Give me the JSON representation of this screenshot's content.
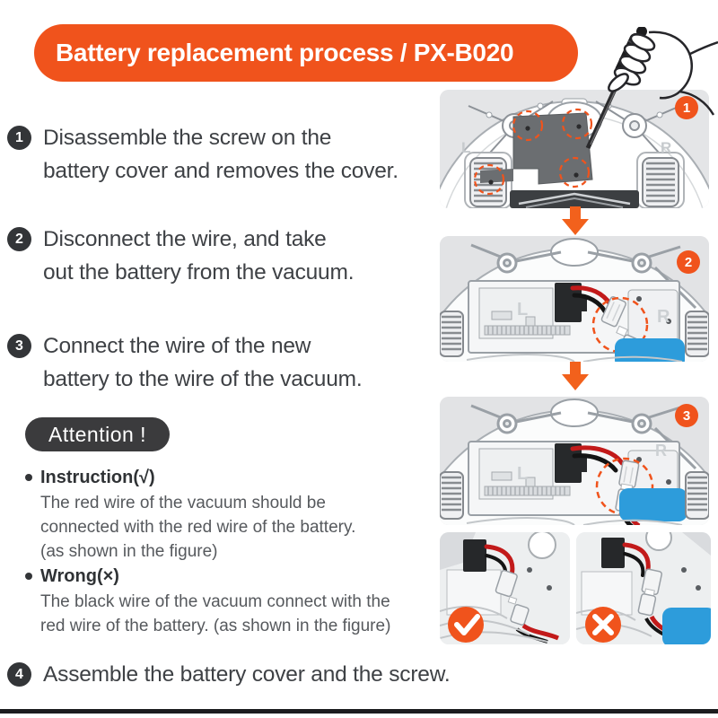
{
  "header": {
    "title": "Battery replacement process / PX-B020"
  },
  "steps": [
    {
      "num": "1",
      "line1": "Disassemble the screw on the",
      "line2": "battery cover and removes the cover."
    },
    {
      "num": "2",
      "line1": "Disconnect the wire, and take",
      "line2": "out the battery from the vacuum."
    },
    {
      "num": "3",
      "line1": "Connect the wire of the new",
      "line2": "battery to the wire of the vacuum."
    },
    {
      "num": "4",
      "line1": "Assemble the battery cover and the screw."
    }
  ],
  "attention": {
    "label": "Attention !",
    "items": [
      {
        "heading": "Instruction(√)",
        "line1": "The red wire of the vacuum should be",
        "line2": "connected with the red wire of the battery.",
        "line3": "(as shown in the figure)"
      },
      {
        "heading": "Wrong(×)",
        "line1": "The black wire of the vacuum connect with the",
        "line2": "red wire of the battery. (as shown in the figure)"
      }
    ]
  },
  "figures": {
    "badges": [
      "1",
      "2",
      "3"
    ],
    "labels": {
      "left": "L",
      "right": "R"
    },
    "icons": [
      "screwdriver-icon",
      "hand-illustration",
      "down-arrow-icon",
      "screw-target-circle",
      "wire-connector",
      "battery-pack",
      "check-icon",
      "x-icon"
    ]
  },
  "colors": {
    "accent_orange": "#F0531C",
    "arrow_orange": "#F2611C",
    "battery_blue": "#2D9CDB",
    "badge_dark": "#333538",
    "attention_bg": "#3B3B3D"
  }
}
